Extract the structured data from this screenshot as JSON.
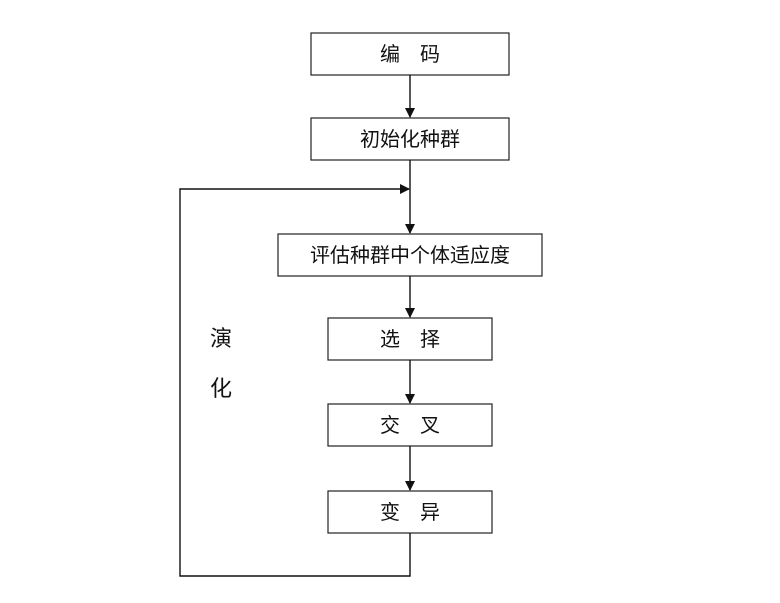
{
  "flowchart": {
    "steps": {
      "encode": "编　码",
      "init": "初始化种群",
      "evaluate": "评估种群中个体适应度",
      "select": "选　择",
      "crossover": "交　叉",
      "mutate": "变　异"
    },
    "loop_label": {
      "char1": "演",
      "char2": "化"
    }
  }
}
